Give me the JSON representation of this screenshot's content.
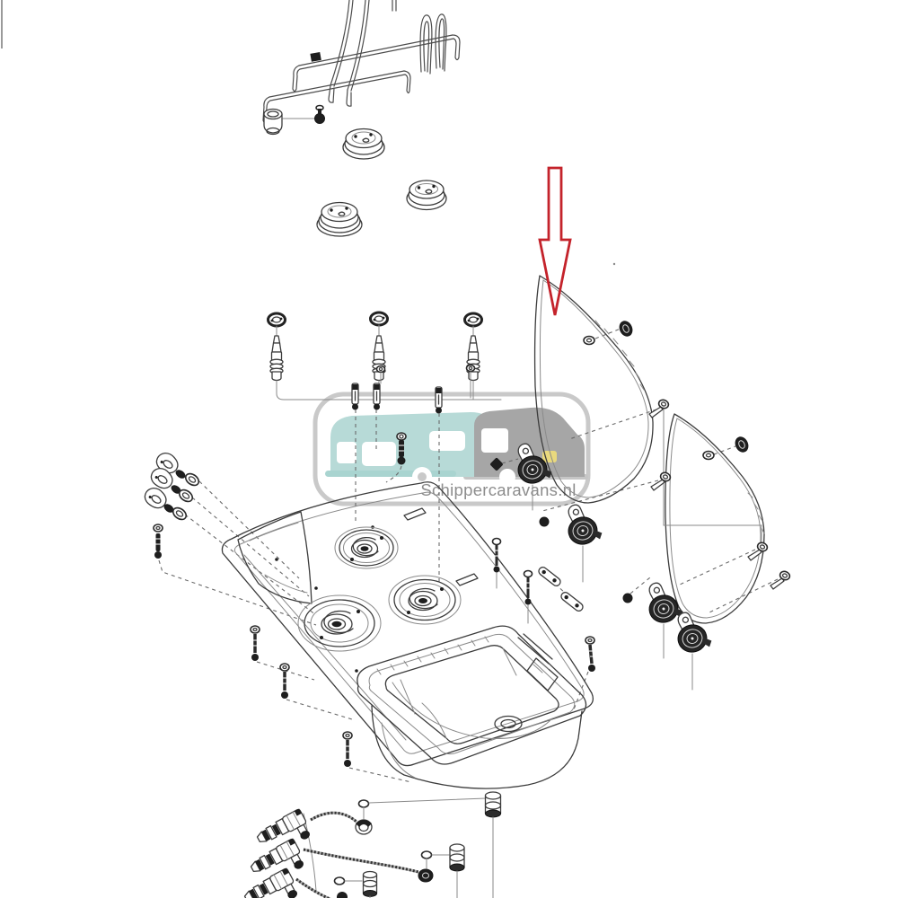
{
  "watermark": {
    "text": "Schippercaravans.nl"
  },
  "colors": {
    "ink": "#3c3c3c",
    "light_ink": "#8a8a8a",
    "dark_fill": "#1e1e1e",
    "arrow_red": "#c4232b",
    "caravan_teal": "#b7dad7",
    "teal_dark": "#a9d4d0",
    "car_gray": "#a6a6a6",
    "car_shadow": "#c6c6c6",
    "accent_yellow": "#e9d97e",
    "watermark_border": "#c9c9c9",
    "watermark_text": "#8d8d8d"
  },
  "parts": [
    "pan-support-grid",
    "small-burner-cap",
    "burner-caps",
    "injector-assemblies",
    "gas-pipe-clips",
    "control-bezels",
    "hob-body",
    "burner-wells",
    "sink-bowl",
    "mounting-screws",
    "glass-lid-highlighted",
    "glass-lid-rear",
    "lid-grommets",
    "lid-hinges",
    "hinge-pins",
    "hinge-strips",
    "gas-taps",
    "gas-fittings",
    "red-arrow-annotation"
  ]
}
